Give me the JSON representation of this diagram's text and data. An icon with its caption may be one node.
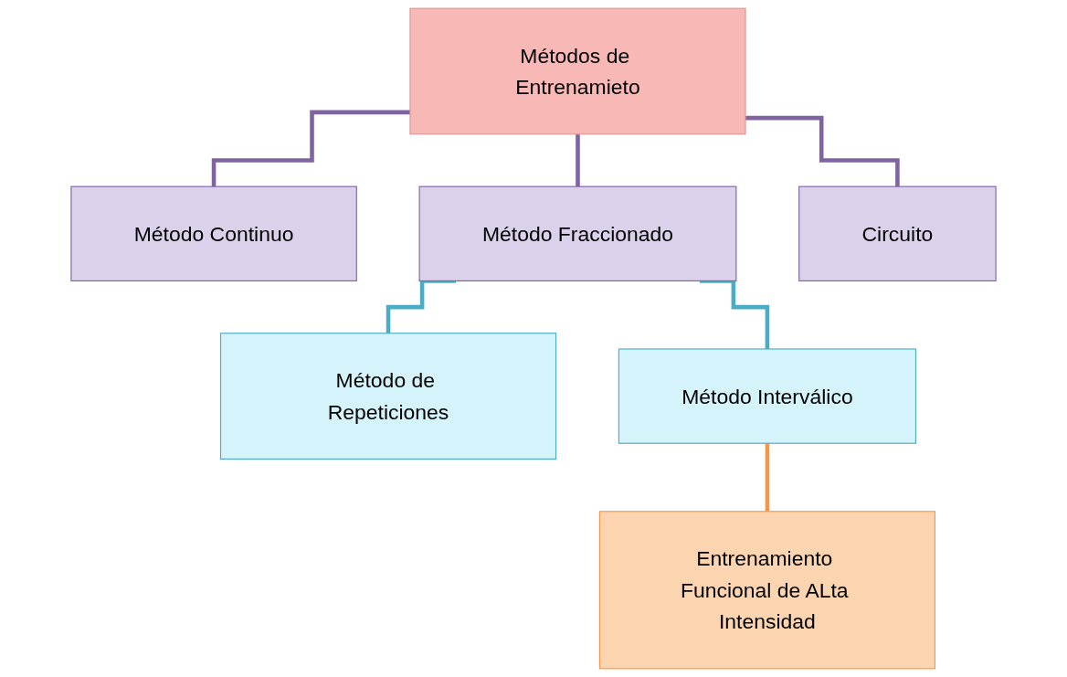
{
  "diagram": {
    "nodes": [
      {
        "text": [
          "Métodos de Entrenamieto"
        ]
      },
      {
        "text": [
          "Método Continuo"
        ]
      },
      {
        "text": [
          "Método Fraccionado"
        ]
      },
      {
        "text": [
          "Circuito"
        ]
      },
      {
        "text": [
          "Método de Repeticiones"
        ]
      },
      {
        "text": [
          "Método Interválico"
        ]
      },
      {
        "text": [
          "Entrenamiento Funcional de ALta Intensidad"
        ]
      }
    ],
    "edges": [
      {
        "from": 0,
        "to": 1,
        "arrow": "none"
      },
      {
        "from": 0,
        "to": 2,
        "arrow": "none"
      },
      {
        "from": 0,
        "to": 3,
        "arrow": "none"
      },
      {
        "from": 2,
        "to": 4,
        "arrow": "none",
        "color": "#4bacc6"
      },
      {
        "from": 2,
        "to": 5,
        "arrow": "none",
        "color": "#4bacc6"
      },
      {
        "from": 5,
        "to": 6,
        "arrow": "none",
        "color": "#f79646"
      }
    ]
  }
}
